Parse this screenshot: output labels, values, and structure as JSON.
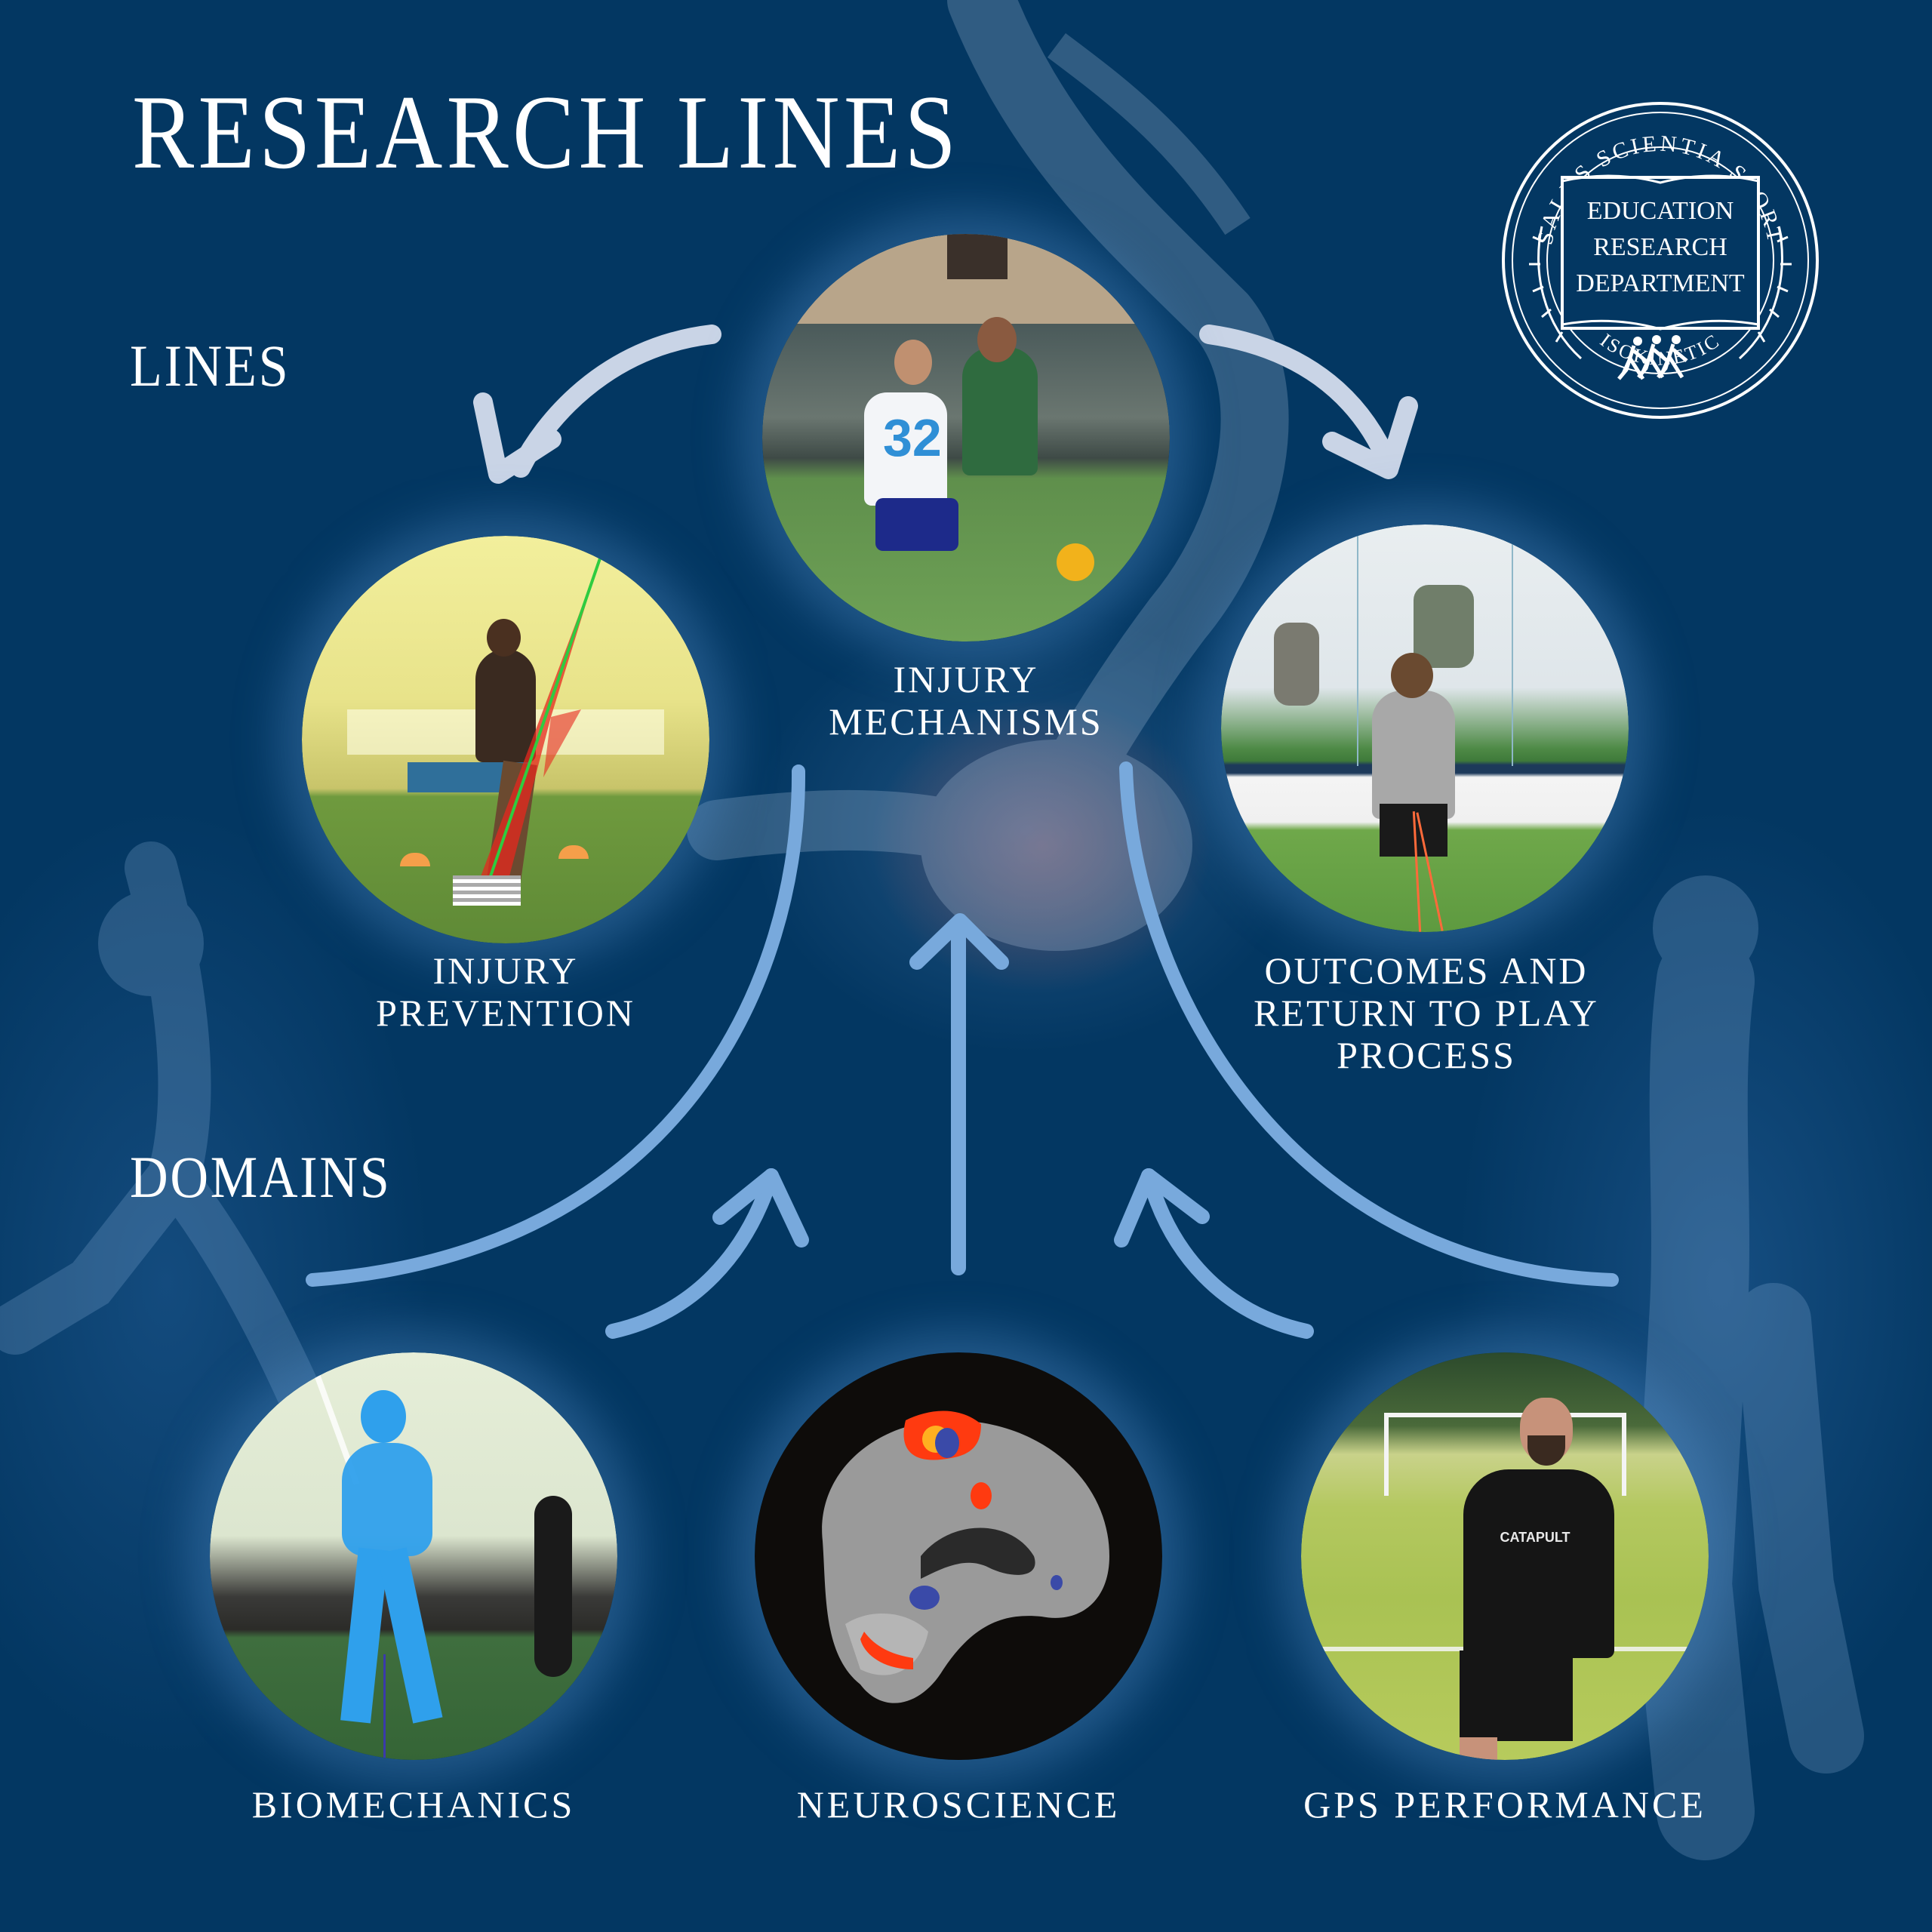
{
  "header": {
    "title": "RESEARCH LINES"
  },
  "sections": {
    "lines_label": "LINES",
    "domains_label": "DOMAINS"
  },
  "seal": {
    "arc_top": "SALUS SCIENTIA SPORT",
    "arc_bottom": "ISOKINETIC",
    "book_lines": [
      "EDUCATION",
      "RESEARCH",
      "DEPARTMENT"
    ],
    "icon": "running-athletes-icon"
  },
  "lines": [
    {
      "id": "injury-mechanisms",
      "label_lines": [
        "INJURY",
        "MECHANISMS"
      ],
      "image": "football-tackle-photo",
      "image_caption": "32"
    },
    {
      "id": "injury-prevention",
      "label_lines": [
        "INJURY",
        "PREVENTION"
      ],
      "image": "motion-analysis-gym-photo"
    },
    {
      "id": "outcomes-return-to-play",
      "label_lines": [
        "OUTCOMES AND",
        "RETURN TO PLAY",
        "PROCESS"
      ],
      "image": "rehab-video-analysis-photo"
    }
  ],
  "domains": [
    {
      "id": "biomechanics",
      "label": "BIOMECHANICS",
      "image": "skeleton-overlay-photo"
    },
    {
      "id": "neuroscience",
      "label": "NEUROSCIENCE",
      "image": "brain-mri-photo"
    },
    {
      "id": "gps-performance",
      "label": "GPS PERFORMANCE",
      "image": "catapult-vest-athlete-photo",
      "vest_brand": "CATAPULT"
    }
  ],
  "colors": {
    "background": "#033762",
    "line_arrows": "#c9d4e6",
    "domain_arrows": "#78a9dc",
    "text": "#ffffff",
    "injury_highlight": "#c0504a"
  }
}
